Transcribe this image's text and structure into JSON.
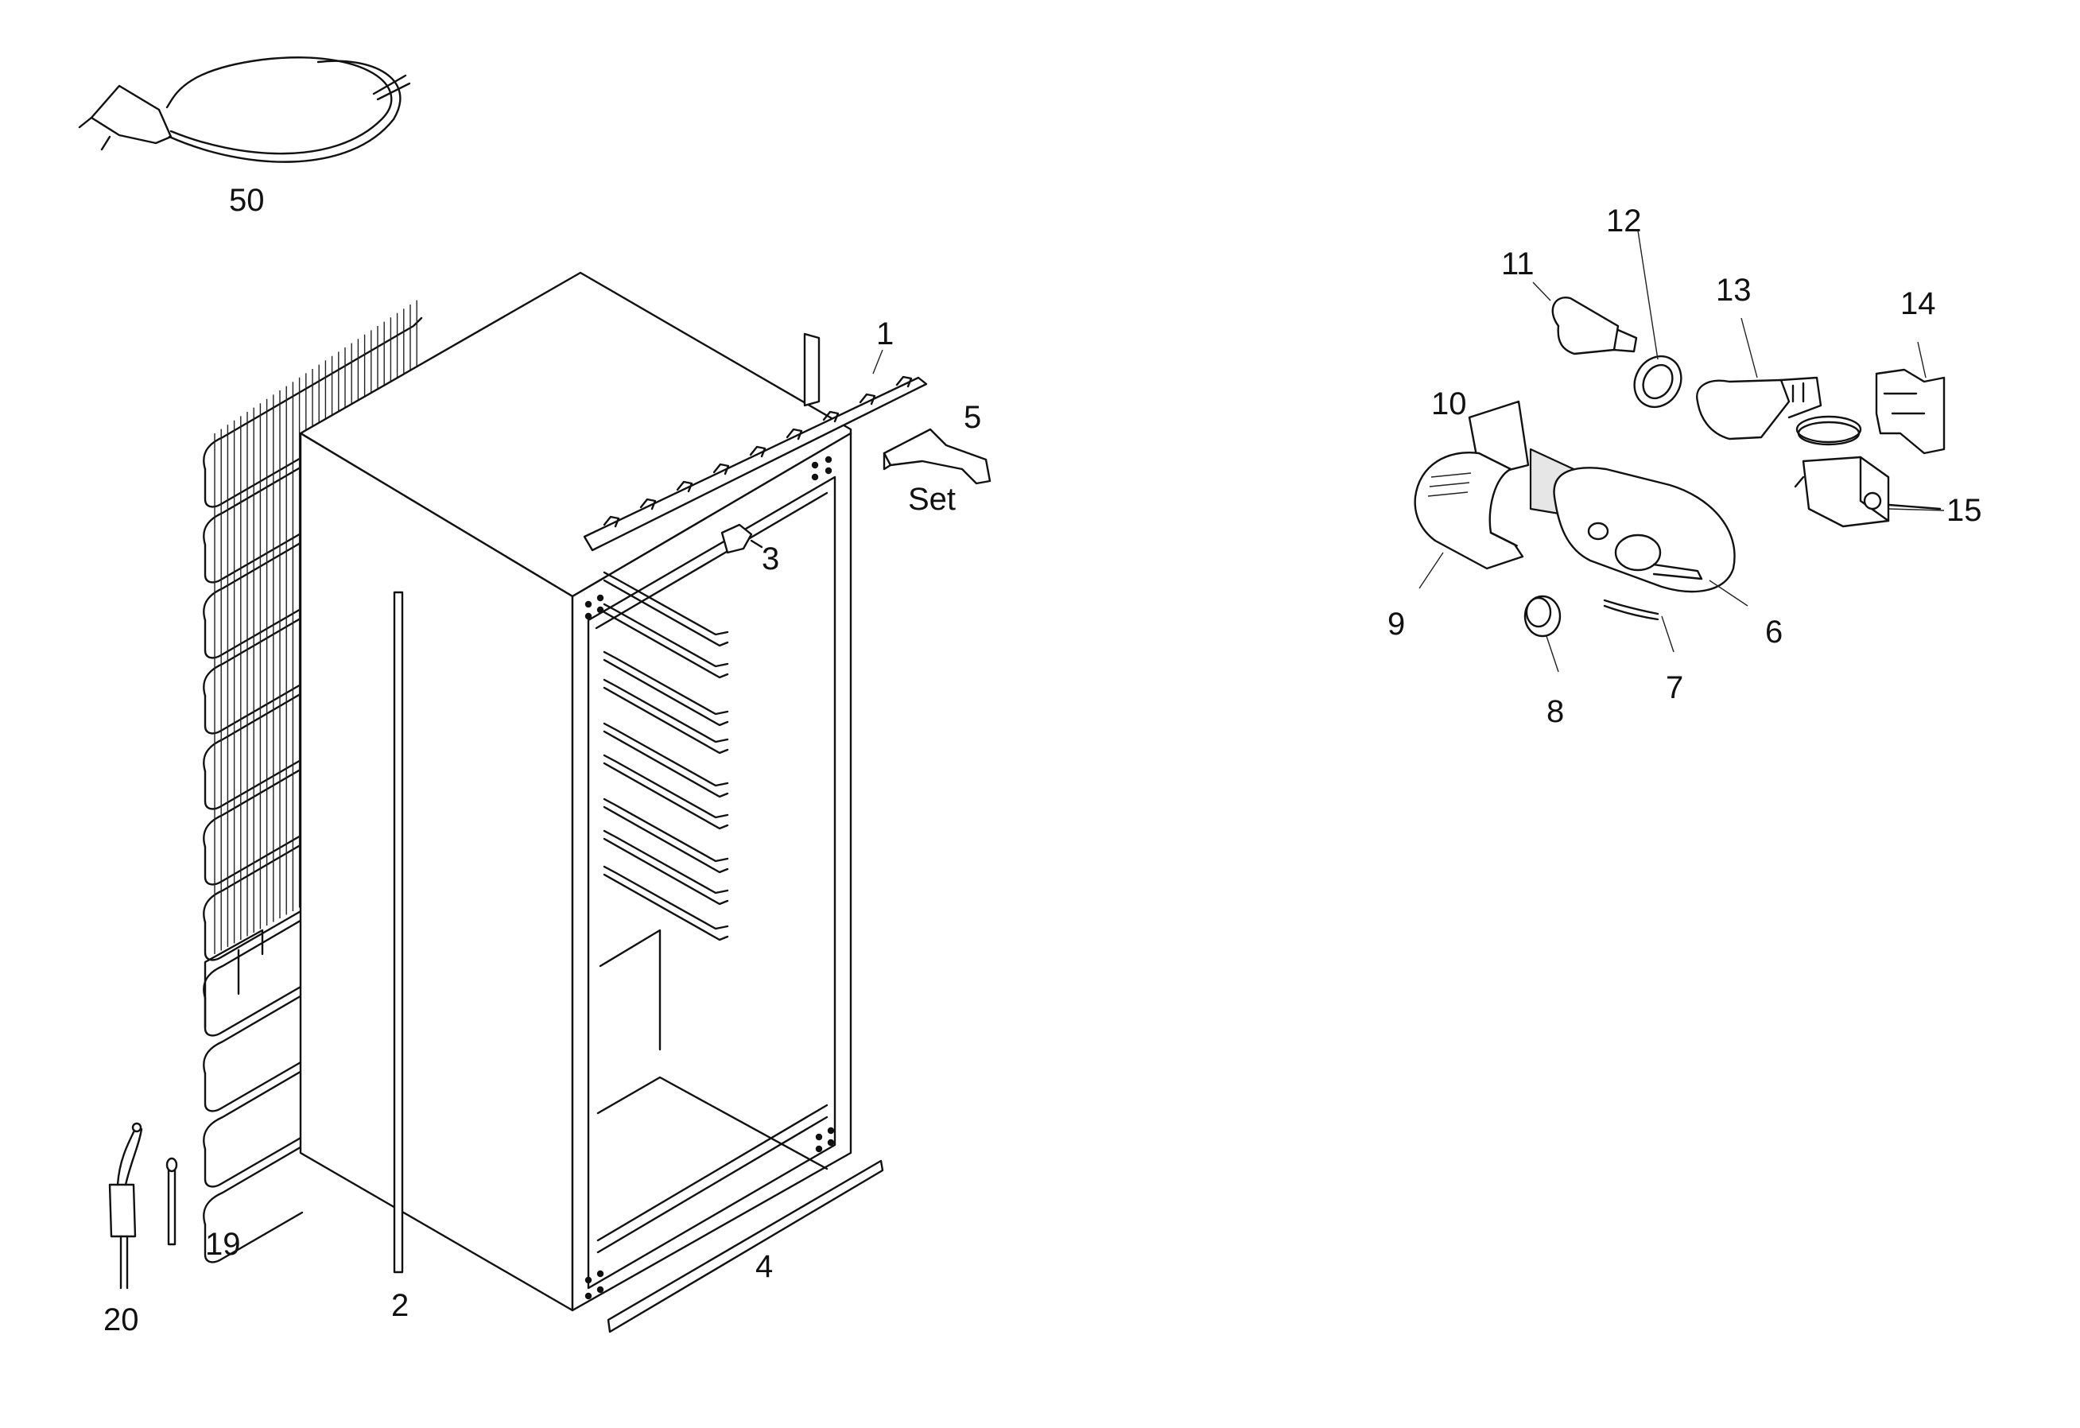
{
  "diagram": {
    "part_labels": {
      "p1": "1",
      "p2": "2",
      "p3": "3",
      "p4": "4",
      "p5": "5",
      "p5_note": "Set",
      "p6": "6",
      "p7": "7",
      "p8": "8",
      "p9": "9",
      "p10": "10",
      "p11": "11",
      "p12": "12",
      "p13": "13",
      "p14": "14",
      "p15": "15",
      "p19": "19",
      "p20": "20",
      "p50": "50"
    }
  }
}
